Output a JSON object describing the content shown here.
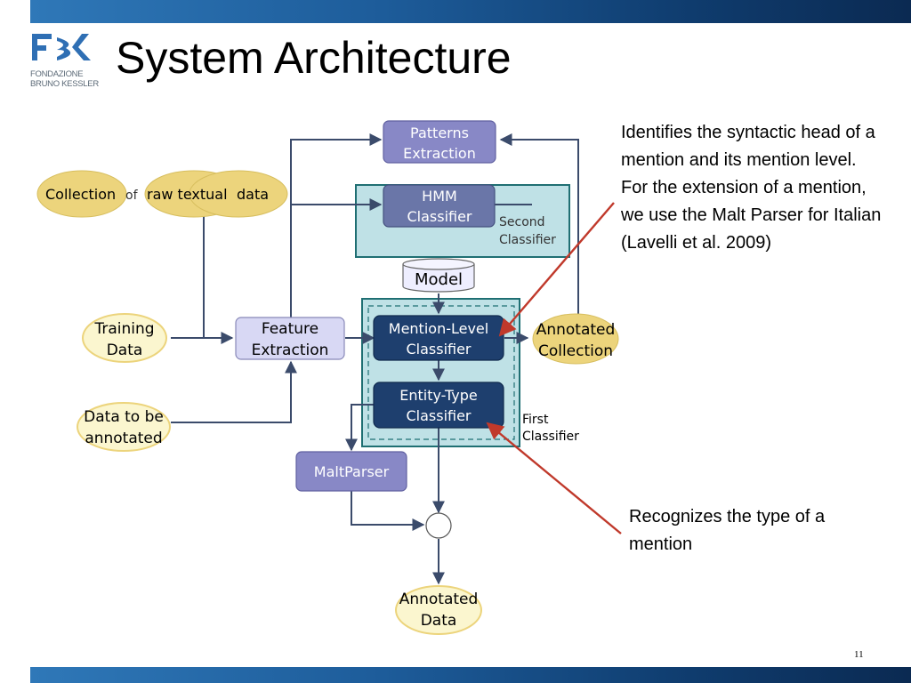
{
  "slide": {
    "title": "System Architecture",
    "page_number": "11",
    "colors": {
      "header_bar": "#1d5c9a",
      "dark_node": "#1e3f6e",
      "light_node": "#d8d8f4",
      "purple_node": "#8888c6",
      "ellipse": "#ecd47c",
      "ellipse_light": "#fbf6cf",
      "classifier_box": "#bfe1e6",
      "red_arrow": "#c0392b"
    }
  },
  "logo": {
    "mark": "FBK",
    "line1": "FONDAZIONE",
    "line2": "BRUNO KESSLER"
  },
  "diagram": {
    "patterns_extraction": {
      "line1": "Patterns",
      "line2": "Extraction"
    },
    "hmm_classifier": {
      "line1": "HMM",
      "line2": "Classifier"
    },
    "second_classifier": {
      "line1": "Second",
      "line2": "Classifier"
    },
    "raw_data": {
      "part1": "Collection",
      "part2": "of",
      "part3": "raw textual",
      "part4": "data"
    },
    "model": "Model",
    "training_data": {
      "line1": "Training",
      "line2": "Data"
    },
    "feature_extraction": {
      "line1": "Feature",
      "line2": "Extraction"
    },
    "mention_level": {
      "line1": "Mention-Level",
      "line2": "Classifier"
    },
    "annotated_collection": {
      "line1": "Annotated",
      "line2": "Collection"
    },
    "entity_type": {
      "line1": "Entity-Type",
      "line2": "Classifier"
    },
    "first_classifier": {
      "line1": "First",
      "line2": "Classifier"
    },
    "data_to_annotate": {
      "line1": "Data to be",
      "line2": "annotated"
    },
    "maltparser": "MaltParser",
    "annotated_data": {
      "line1": "Annotated",
      "line2": "Data"
    }
  },
  "callouts": {
    "mention_level_note": "Identifies the syntactic head of a mention and its mention level.  For the extension of a mention, we use the Malt Parser for Italian (Lavelli et al. 2009)",
    "entity_type_note": "Recognizes the type of a mention"
  }
}
